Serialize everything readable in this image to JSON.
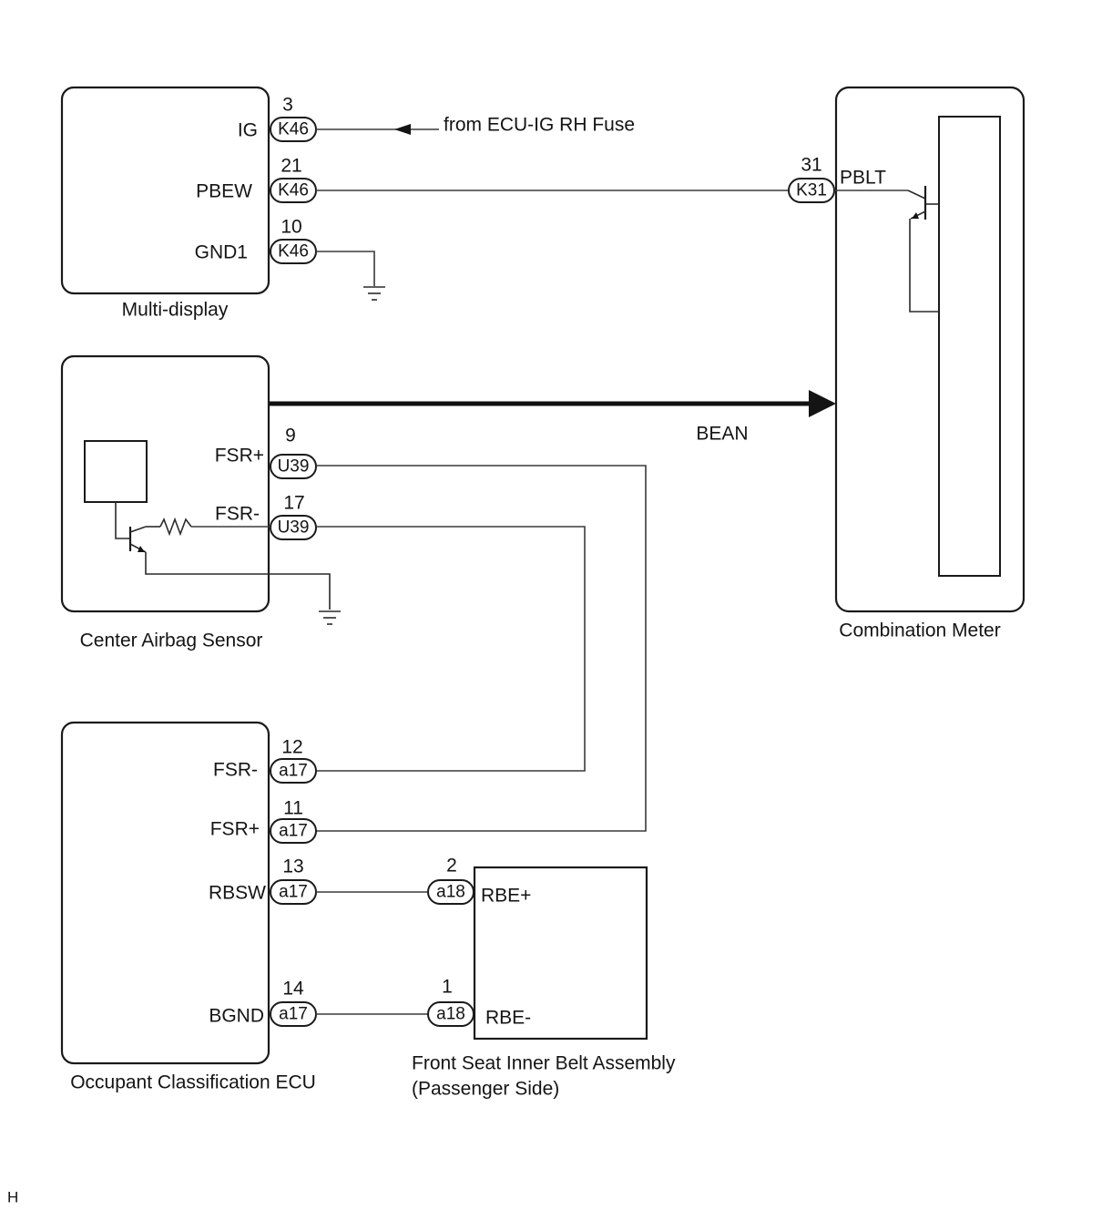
{
  "diagram": {
    "multi_display": {
      "label": "Multi-display",
      "pins": [
        {
          "name": "IG",
          "number": "3",
          "connector": "K46"
        },
        {
          "name": "PBEW",
          "number": "21",
          "connector": "K46"
        },
        {
          "name": "GND1",
          "number": "10",
          "connector": "K46"
        }
      ],
      "ig_source": "from ECU-IG RH Fuse"
    },
    "combination_meter": {
      "label": "Combination Meter",
      "pin": {
        "name": "PBLT",
        "number": "31",
        "connector": "K31"
      }
    },
    "center_airbag_sensor": {
      "label": "Center Airbag Sensor",
      "pins": [
        {
          "name": "FSR+",
          "number": "9",
          "connector": "U39"
        },
        {
          "name": "FSR-",
          "number": "17",
          "connector": "U39"
        }
      ]
    },
    "bus": {
      "name": "BEAN"
    },
    "occupant_classification_ecu": {
      "label": "Occupant Classification ECU",
      "pins": [
        {
          "name": "FSR-",
          "number": "12",
          "connector": "a17"
        },
        {
          "name": "FSR+",
          "number": "11",
          "connector": "a17"
        },
        {
          "name": "RBSW",
          "number": "13",
          "connector": "a17"
        },
        {
          "name": "BGND",
          "number": "14",
          "connector": "a17"
        }
      ]
    },
    "front_seat_inner_belt_assembly": {
      "label": "Front Seat Inner Belt Assembly",
      "sublabel": "(Passenger Side)",
      "pins": [
        {
          "name": "RBE+",
          "number": "2",
          "connector": "a18"
        },
        {
          "name": "RBE-",
          "number": "1",
          "connector": "a18"
        }
      ]
    },
    "footer_mark": "H",
    "colors": {
      "line": "#1a1a1a",
      "background": "#ffffff"
    }
  }
}
